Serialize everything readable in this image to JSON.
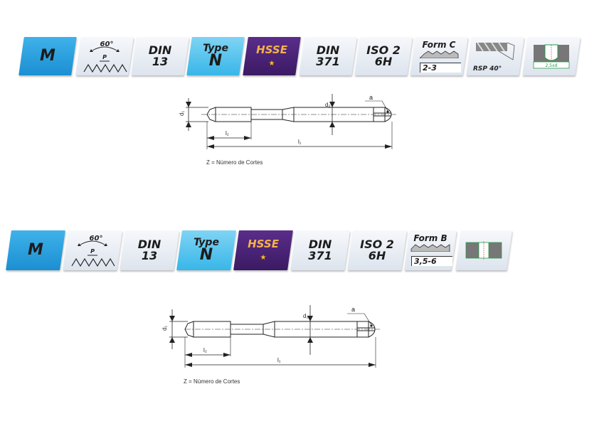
{
  "products": [
    {
      "badges": {
        "thread_type": "M",
        "angle": "60°",
        "pitch_label": "P",
        "din_standard": {
          "line1": "DIN",
          "line2": "13"
        },
        "type": {
          "line1": "Type",
          "line2": "N"
        },
        "material": "HSSE",
        "material_mark": "★",
        "din_tool": {
          "line1": "DIN",
          "line2": "371"
        },
        "tolerance": {
          "line1": "ISO 2",
          "line2": "6H"
        },
        "form": {
          "title": "Form C",
          "range": "2-3"
        },
        "flute": "RSP 40°",
        "hole_type": "blind-hole-icon",
        "hole_label": "2,5xd"
      },
      "diagram": {
        "labels": {
          "d1": "d₁",
          "d2": "d₂",
          "l1": "l₁",
          "l2": "l₂",
          "a": "a"
        },
        "caption": "Z = Número de Cortes"
      }
    },
    {
      "badges": {
        "thread_type": "M",
        "angle": "60°",
        "pitch_label": "P",
        "din_standard": {
          "line1": "DIN",
          "line2": "13"
        },
        "type": {
          "line1": "Type",
          "line2": "N"
        },
        "material": "HSSE",
        "material_mark": "★",
        "din_tool": {
          "line1": "DIN",
          "line2": "371"
        },
        "tolerance": {
          "line1": "ISO 2",
          "line2": "6H"
        },
        "form": {
          "title": "Form B",
          "range": "3,5-6"
        },
        "hole_type": "through-hole-icon"
      },
      "diagram": {
        "labels": {
          "d1": "d₁",
          "d2": "d₂",
          "l1": "l₁",
          "l2": "l₂",
          "a": "a"
        },
        "caption": "Z = Número de Cortes"
      }
    }
  ],
  "colors": {
    "blue": "#1b8fd2",
    "light_blue": "#38b6e8",
    "purple": "#3b1a63",
    "hsse_text": "#f4b24a"
  }
}
